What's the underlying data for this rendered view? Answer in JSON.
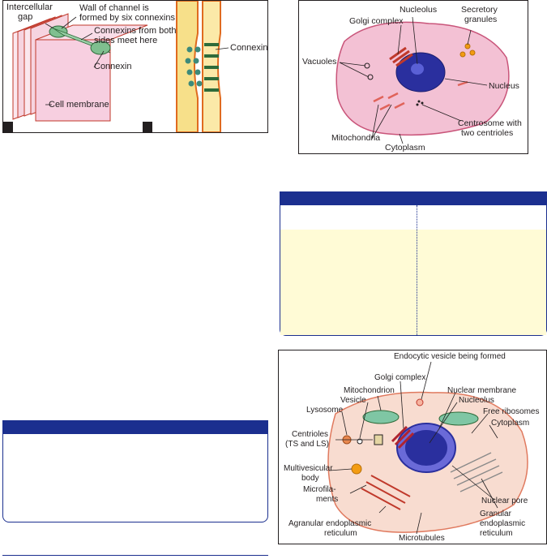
{
  "figures": {
    "gap_junction": {
      "panel_a_marker": "",
      "panel_b_marker": "",
      "labels": {
        "intercellular_gap_line1": "Intercellular",
        "intercellular_gap_line2": "gap",
        "wall_line1": "Wall of channel is",
        "wall_line2": "formed by six connexins",
        "connexins_meet_line1": "Connexins from both",
        "connexins_meet_line2": "sides meet here",
        "connexin_left": "Connexin",
        "cell_membrane": "Cell membrane",
        "connexin_right": "Connexin"
      }
    },
    "cell_light": {
      "labels": {
        "nucleolus": "Nucleolus",
        "golgi_complex": "Golgi complex",
        "secretory_line1": "Secretory",
        "secretory_line2": "granules",
        "vacuoles": "Vacuoles",
        "nucleus": "Nucleus",
        "centrosome_line1": "Centrosome with",
        "centrosome_line2": "two centrioles",
        "mitochondria": "Mitochondria",
        "cytoplasm": "Cytoplasm"
      }
    },
    "cell_em": {
      "labels": {
        "endocytic_vesicle": "Endocytic vesicle being formed",
        "golgi_complex": "Golgi complex",
        "mitochondrion": "Mitochondrion",
        "vesicle": "Vesicle",
        "lysosome": "Lysosome",
        "nuclear_membrane": "Nuclear membrane",
        "nucleolus": "Nucleolus",
        "free_ribosomes": "Free ribosomes",
        "cytoplasm": "Cytoplasm",
        "centrioles_line1": "Centrioles",
        "centrioles_line2": "(TS and LS)",
        "multivesicular_line1": "Multivesicular",
        "multivesicular_line2": "body",
        "microfilaments_line1": "Microfila-",
        "microfilaments_line2": "ments",
        "nuclear_pore": "Nuclear pore",
        "granular_er_line1": "Granular",
        "granular_er_line2": "endoplasmic",
        "granular_er_line3": "reticulum",
        "agranular_er_line1": "Agranular endoplasmic",
        "agranular_er_line2": "reticulum",
        "microtubules": "Microtubules"
      }
    }
  },
  "colors": {
    "box_header": "#1b2f8f",
    "table_yellow": "#fffbd6",
    "cell_pink": "#f3c1d4",
    "nucleus_blue": "#2a2f9e",
    "em_cell": "#f8dcd0"
  }
}
